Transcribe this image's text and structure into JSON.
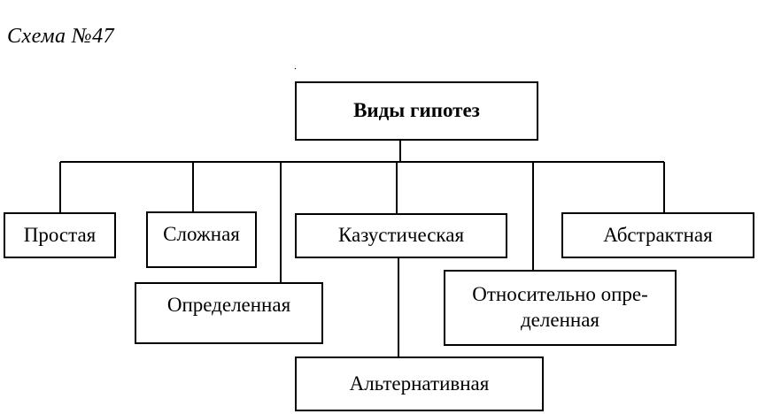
{
  "diagram": {
    "caption": "Схема №47",
    "root": {
      "label": "Виды гипотез"
    },
    "nodes": {
      "prostaya": "Простая",
      "slozhnaya": "Сложная",
      "opredelennaya": "Определенная",
      "kazusticheskaya": "Казустическая",
      "otnositelno_line1": "Относительно опре-",
      "otnositelno_line2": "деленная",
      "abstraktnaya": "Абстрактная",
      "alternativnaya": "Альтернативная"
    }
  }
}
